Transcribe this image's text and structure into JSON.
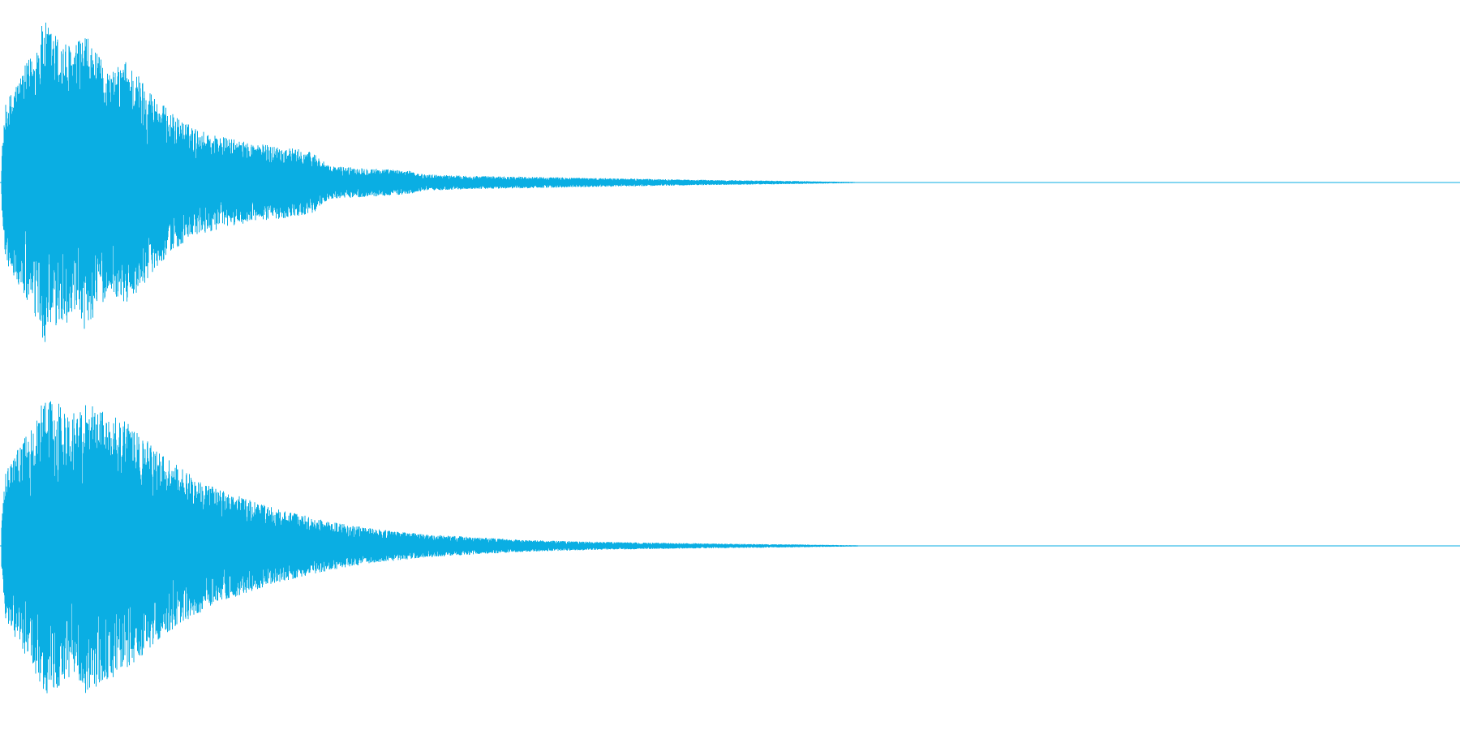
{
  "waveform": {
    "color": "#0aaee3",
    "background": "#ffffff",
    "channels": [
      {
        "name": "",
        "peak_level": 0.98,
        "envelope": [
          [
            0.0,
            0.05
          ],
          [
            0.004,
            0.48
          ],
          [
            0.012,
            0.62
          ],
          [
            0.022,
            0.78
          ],
          [
            0.03,
            0.98
          ],
          [
            0.04,
            0.88
          ],
          [
            0.05,
            0.82
          ],
          [
            0.058,
            0.9
          ],
          [
            0.066,
            0.78
          ],
          [
            0.076,
            0.66
          ],
          [
            0.086,
            0.74
          ],
          [
            0.096,
            0.64
          ],
          [
            0.108,
            0.5
          ],
          [
            0.12,
            0.4
          ],
          [
            0.135,
            0.32
          ],
          [
            0.15,
            0.28
          ],
          [
            0.17,
            0.24
          ],
          [
            0.19,
            0.22
          ],
          [
            0.205,
            0.2
          ],
          [
            0.215,
            0.18
          ],
          [
            0.225,
            0.1
          ],
          [
            0.245,
            0.09
          ],
          [
            0.265,
            0.08
          ],
          [
            0.28,
            0.07
          ],
          [
            0.29,
            0.05
          ],
          [
            0.32,
            0.04
          ],
          [
            0.36,
            0.035
          ],
          [
            0.4,
            0.028
          ],
          [
            0.44,
            0.022
          ],
          [
            0.48,
            0.016
          ],
          [
            0.52,
            0.012
          ],
          [
            0.545,
            0.009
          ],
          [
            0.565,
            0.006
          ],
          [
            0.585,
            0.004
          ],
          [
            0.6,
            0.003
          ],
          [
            1.0,
            0.003
          ]
        ]
      },
      {
        "name": "",
        "peak_level": 0.96,
        "envelope": [
          [
            0.0,
            0.05
          ],
          [
            0.004,
            0.45
          ],
          [
            0.012,
            0.58
          ],
          [
            0.022,
            0.72
          ],
          [
            0.03,
            0.9
          ],
          [
            0.04,
            0.86
          ],
          [
            0.05,
            0.8
          ],
          [
            0.06,
            0.9
          ],
          [
            0.07,
            0.82
          ],
          [
            0.08,
            0.78
          ],
          [
            0.09,
            0.72
          ],
          [
            0.1,
            0.64
          ],
          [
            0.115,
            0.52
          ],
          [
            0.13,
            0.44
          ],
          [
            0.15,
            0.34
          ],
          [
            0.17,
            0.28
          ],
          [
            0.19,
            0.22
          ],
          [
            0.21,
            0.18
          ],
          [
            0.23,
            0.14
          ],
          [
            0.25,
            0.11
          ],
          [
            0.27,
            0.09
          ],
          [
            0.29,
            0.07
          ],
          [
            0.31,
            0.06
          ],
          [
            0.33,
            0.05
          ],
          [
            0.36,
            0.035
          ],
          [
            0.4,
            0.026
          ],
          [
            0.44,
            0.02
          ],
          [
            0.48,
            0.015
          ],
          [
            0.52,
            0.011
          ],
          [
            0.55,
            0.008
          ],
          [
            0.575,
            0.005
          ],
          [
            0.6,
            0.003
          ],
          [
            1.0,
            0.003
          ]
        ]
      }
    ]
  }
}
